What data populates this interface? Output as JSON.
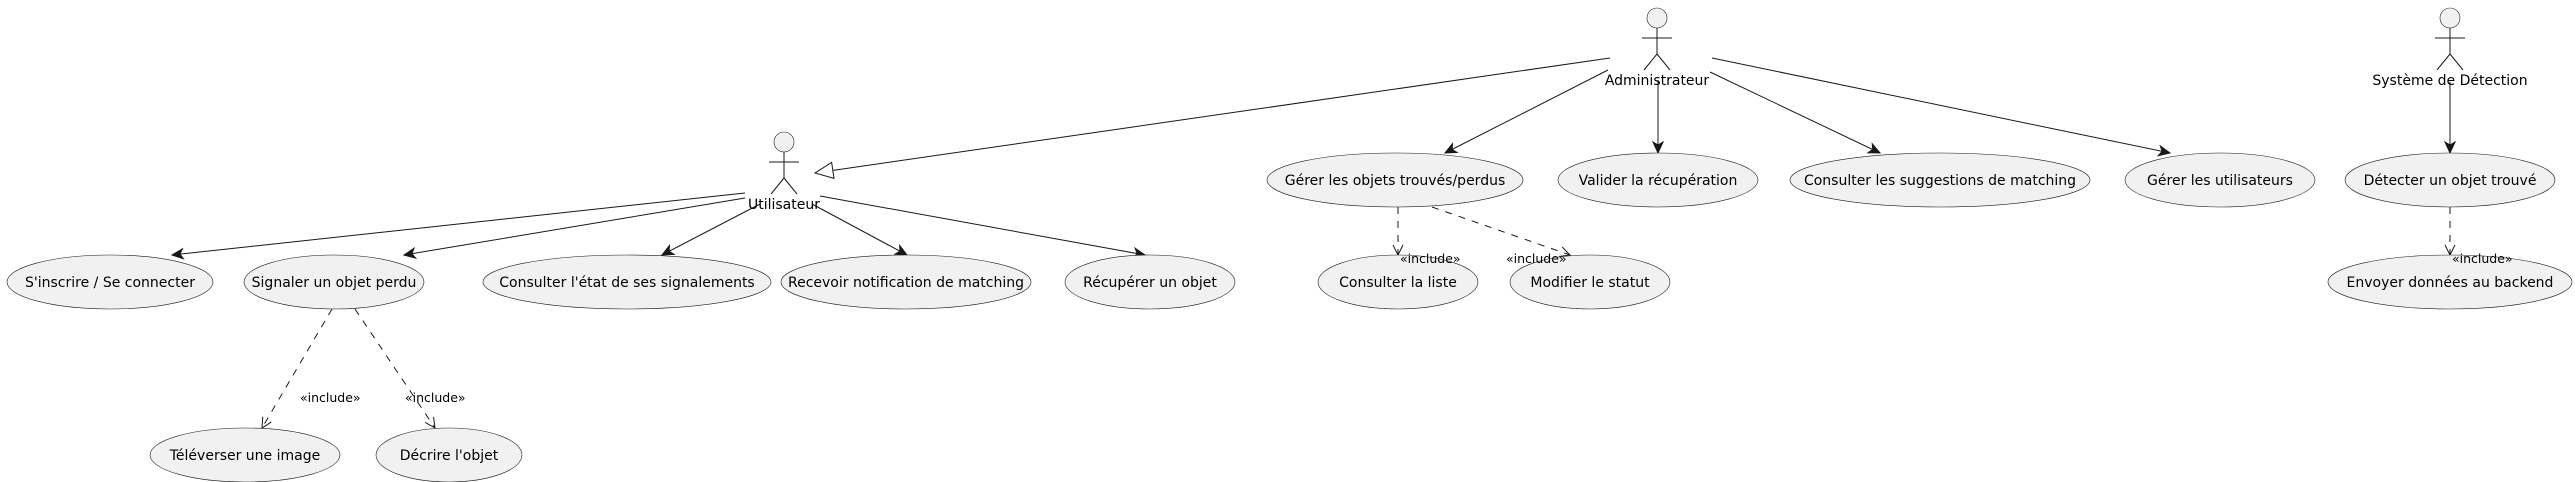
{
  "actors": [
    {
      "id": "utilisateur",
      "label": "Utilisateur"
    },
    {
      "id": "administrateur",
      "label": "Administrateur"
    },
    {
      "id": "systeme",
      "label": "Système de Détection"
    }
  ],
  "use_cases": [
    {
      "id": "inscrire",
      "label": "S'inscrire / Se connecter"
    },
    {
      "id": "signaler",
      "label": "Signaler un objet perdu"
    },
    {
      "id": "consulter_etat",
      "label": "Consulter l'état de ses signalements"
    },
    {
      "id": "notification",
      "label": "Recevoir notification de matching"
    },
    {
      "id": "recuperer",
      "label": "Récupérer un objet"
    },
    {
      "id": "televerser",
      "label": "Téléverser une image"
    },
    {
      "id": "decrire",
      "label": "Décrire l'objet"
    },
    {
      "id": "gerer_objets",
      "label": "Gérer les objets trouvés/perdus"
    },
    {
      "id": "valider",
      "label": "Valider la récupération"
    },
    {
      "id": "suggestions",
      "label": "Consulter les suggestions de matching"
    },
    {
      "id": "gerer_utilisateurs",
      "label": "Gérer les utilisateurs"
    },
    {
      "id": "consulter_liste",
      "label": "Consulter la liste"
    },
    {
      "id": "modifier_statut",
      "label": "Modifier le statut"
    },
    {
      "id": "detecter",
      "label": "Détecter un objet trouvé"
    },
    {
      "id": "envoyer",
      "label": "Envoyer données au backend"
    }
  ],
  "relations": [
    {
      "from": "administrateur",
      "to": "utilisateur",
      "kind": "generalization"
    },
    {
      "from": "utilisateur",
      "to": "inscrire",
      "kind": "association"
    },
    {
      "from": "utilisateur",
      "to": "signaler",
      "kind": "association"
    },
    {
      "from": "utilisateur",
      "to": "consulter_etat",
      "kind": "association"
    },
    {
      "from": "utilisateur",
      "to": "notification",
      "kind": "association"
    },
    {
      "from": "utilisateur",
      "to": "recuperer",
      "kind": "association"
    },
    {
      "from": "administrateur",
      "to": "gerer_objets",
      "kind": "association"
    },
    {
      "from": "administrateur",
      "to": "valider",
      "kind": "association"
    },
    {
      "from": "administrateur",
      "to": "suggestions",
      "kind": "association"
    },
    {
      "from": "administrateur",
      "to": "gerer_utilisateurs",
      "kind": "association"
    },
    {
      "from": "systeme",
      "to": "detecter",
      "kind": "association"
    },
    {
      "from": "signaler",
      "to": "televerser",
      "kind": "include",
      "label": "«include»"
    },
    {
      "from": "signaler",
      "to": "decrire",
      "kind": "include",
      "label": "«include»"
    },
    {
      "from": "gerer_objets",
      "to": "consulter_liste",
      "kind": "include",
      "label": "«include»"
    },
    {
      "from": "gerer_objets",
      "to": "modifier_statut",
      "kind": "include",
      "label": "«include»"
    },
    {
      "from": "detecter",
      "to": "envoyer",
      "kind": "include",
      "label": "«include»"
    }
  ]
}
